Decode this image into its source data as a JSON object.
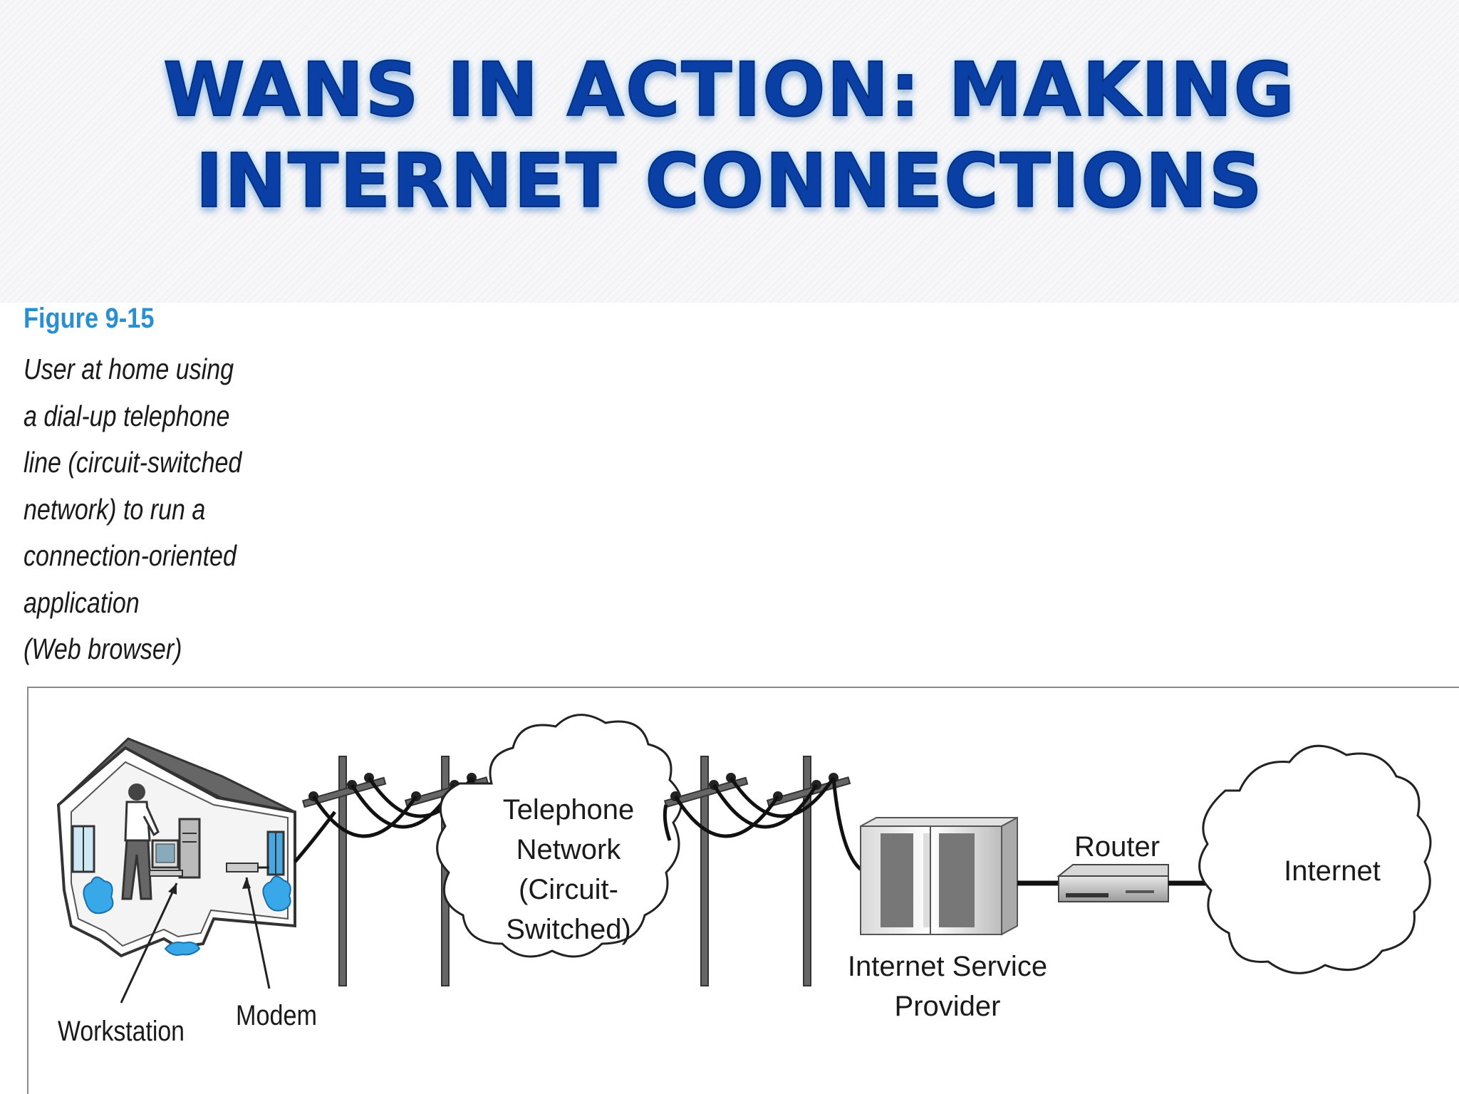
{
  "slide": {
    "title_line1": "WANS IN ACTION: MAKING",
    "title_line2": "INTERNET CONNECTIONS"
  },
  "figure": {
    "number": "Figure 9-15",
    "caption_lines": [
      "User at home using",
      "a dial-up telephone",
      "line (circuit-switched",
      "network) to run a",
      "connection-oriented",
      "application",
      "(Web browser)"
    ]
  },
  "diagram": {
    "labels": {
      "workstation": "Workstation",
      "modem": "Modem",
      "telephone_network": [
        "Telephone",
        "Network",
        "(Circuit-",
        "Switched)"
      ],
      "isp": [
        "Internet Service",
        "Provider"
      ],
      "router": "Router",
      "internet": "Internet"
    }
  },
  "colors": {
    "title_blue": "#0a3fa6",
    "title_glow": "#8fd3ff",
    "figure_number": "#2a8fd0",
    "accent_blue": "#39a8e8"
  }
}
